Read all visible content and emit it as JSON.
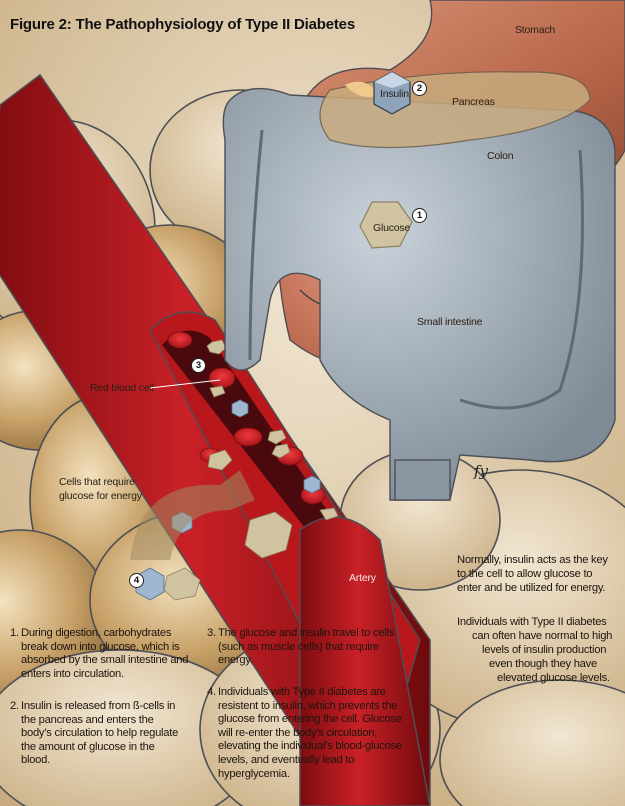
{
  "title": "Figure 2: The Pathophysiology of Type II Diabetes",
  "labels": {
    "stomach": "Stomach",
    "insulin": "Insulin",
    "pancreas": "Pancreas",
    "colon": "Colon",
    "glucose": "Glucose",
    "small_intestine": "Small intestine",
    "red_blood_cell": "Red blood cell",
    "cells_line1": "Cells that require",
    "cells_line2": "glucose for energy",
    "artery": "Artery"
  },
  "markers": [
    "1",
    "2",
    "3",
    "4"
  ],
  "steps": [
    {
      "num": "1.",
      "text": "During digestion, carbohydrates break down into glucose, which is absorbed by the small intestine and enters into circulation."
    },
    {
      "num": "2.",
      "text": "Insulin is released from ß-cells in the pancreas and enters the body’s circulation to help regulate the amount of glucose in the blood."
    },
    {
      "num": "3.",
      "text": "The glucose and insulin travel to cells (such as muscle cells) that require energy."
    },
    {
      "num": "4.",
      "text": "Individuals with Type II diabetes are resistent to insulin, which prevents the glucose from entering the cell. Glucose will re-enter the body’s circulation, elevating the individual’s blood-glucose levels, and eventually lead to hyperglycemia."
    }
  ],
  "notes": {
    "normal": [
      "Normally, insulin acts as the key",
      "to the cell to allow glucose to",
      "enter and be utilized for energy."
    ],
    "type2": [
      "Individuals with Type II diabetes",
      "can often have normal to high",
      "levels of insulin production",
      "even though they have",
      "elevated glucose levels."
    ]
  },
  "signature": "fy",
  "colors": {
    "artery_red": "#b8171c",
    "lumen_dark": "#4a0a0d",
    "colon_gray": "#8f9ba6",
    "intestine": "#c9745a",
    "stomach": "#c47658",
    "pancreas": "#c8ab7e",
    "cell_tan": "#c9a36a",
    "glucose": "#cfc3a0",
    "insulin": "#9fb6cf"
  }
}
